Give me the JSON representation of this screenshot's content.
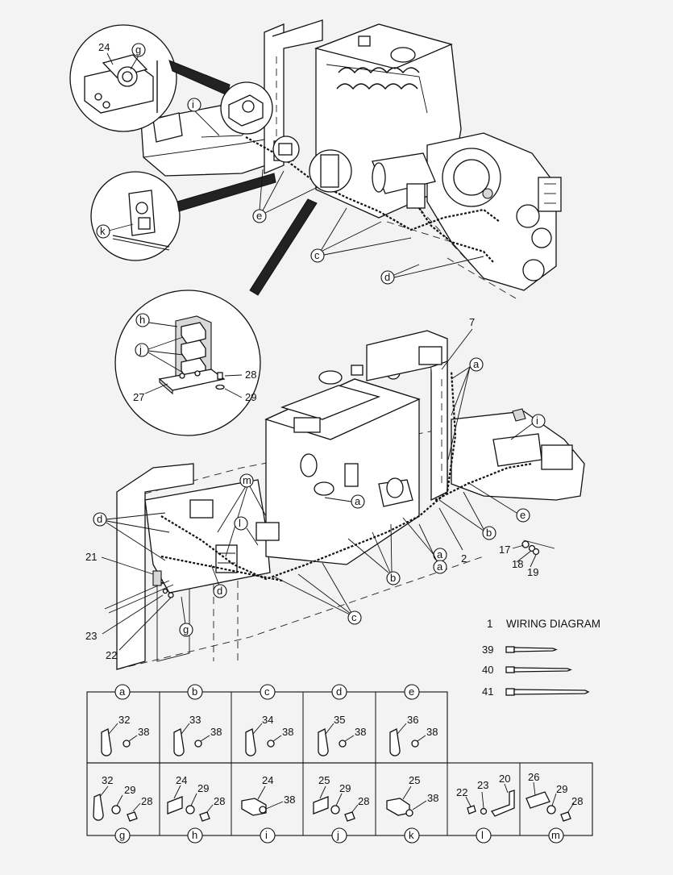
{
  "callouts": {
    "top_24": "24",
    "top_g": "g",
    "top_i": "i",
    "top_k": "k",
    "top_e": "e",
    "top_c": "c",
    "top_d": "d",
    "inset_h": "h",
    "inset_j": "j",
    "inset_28": "28",
    "inset_29": "29",
    "inset_27": "27",
    "main_7": "7",
    "main_a1": "a",
    "main_i": "i",
    "main_e": "e",
    "main_b1": "b",
    "main_m": "m",
    "main_l": "l",
    "main_d1": "d",
    "main_a2": "a",
    "main_a3": "a",
    "main_2": "2",
    "main_b2": "b",
    "main_c": "c",
    "main_d2": "d",
    "main_g": "g",
    "main_21": "21",
    "main_23": "23",
    "main_22": "22",
    "main_17": "17",
    "main_18": "18",
    "main_19": "19"
  },
  "legend": {
    "wiring_number": "1",
    "wiring_label": "WIRING DIAGRAM",
    "ties": [
      "39",
      "40",
      "41"
    ]
  },
  "table": {
    "row1": [
      {
        "letter": "a",
        "clamp": "32",
        "nut": "38"
      },
      {
        "letter": "b",
        "clamp": "33",
        "nut": "38"
      },
      {
        "letter": "c",
        "clamp": "34",
        "nut": "38"
      },
      {
        "letter": "d",
        "clamp": "35",
        "nut": "38"
      },
      {
        "letter": "e",
        "clamp": "36",
        "nut": "38"
      }
    ],
    "row2": [
      {
        "letter": "g",
        "labels": [
          "32",
          "29",
          "28"
        ]
      },
      {
        "letter": "h",
        "labels": [
          "24",
          "29",
          "28"
        ]
      },
      {
        "letter": "i",
        "labels": [
          "24",
          "38"
        ]
      },
      {
        "letter": "j",
        "labels": [
          "25",
          "29",
          "28"
        ]
      },
      {
        "letter": "k",
        "labels": [
          "25",
          "38"
        ]
      },
      {
        "letter": "l",
        "labels": [
          "22",
          "23",
          "20"
        ]
      },
      {
        "letter": "m",
        "labels": [
          "26",
          "29",
          "28"
        ]
      }
    ]
  }
}
